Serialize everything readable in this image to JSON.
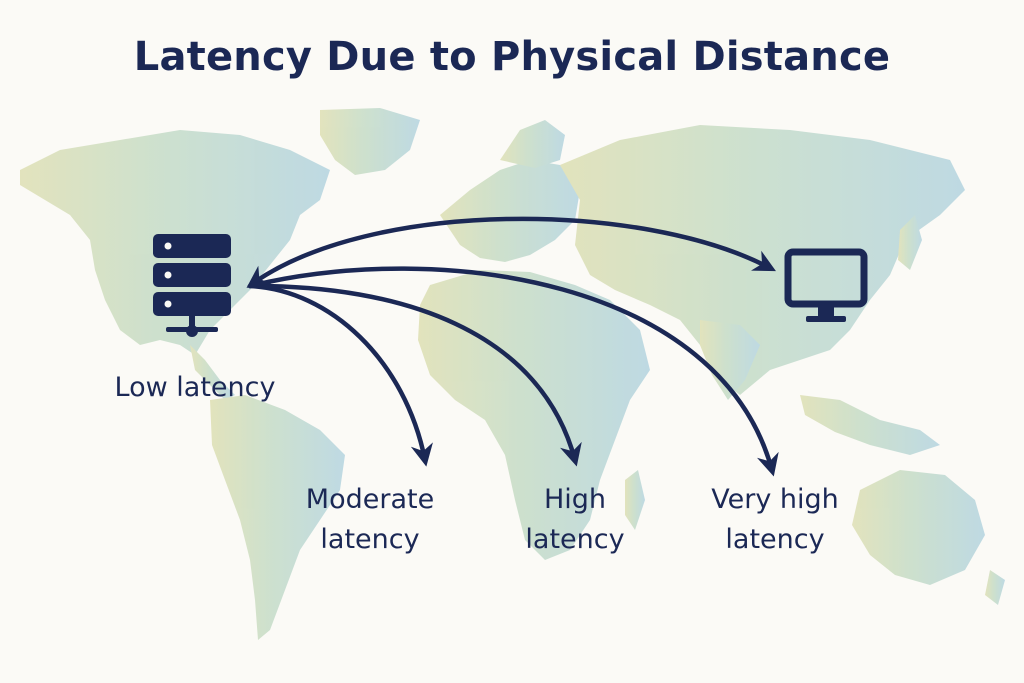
{
  "title": "Latency Due to Physical Distance",
  "labels": {
    "low": "Low latency",
    "moderate_line1": "Moderate",
    "moderate_line2": "latency",
    "high_line1": "High",
    "high_line2": "latency",
    "veryhigh_line1": "Very high",
    "veryhigh_line2": "latency"
  },
  "icons": {
    "source": "server-icon",
    "destination": "monitor-icon"
  },
  "colors": {
    "ink": "#1b2855",
    "background": "#fbfaf6",
    "map_west": "#d9dfb4",
    "map_east": "#b6d6df"
  }
}
